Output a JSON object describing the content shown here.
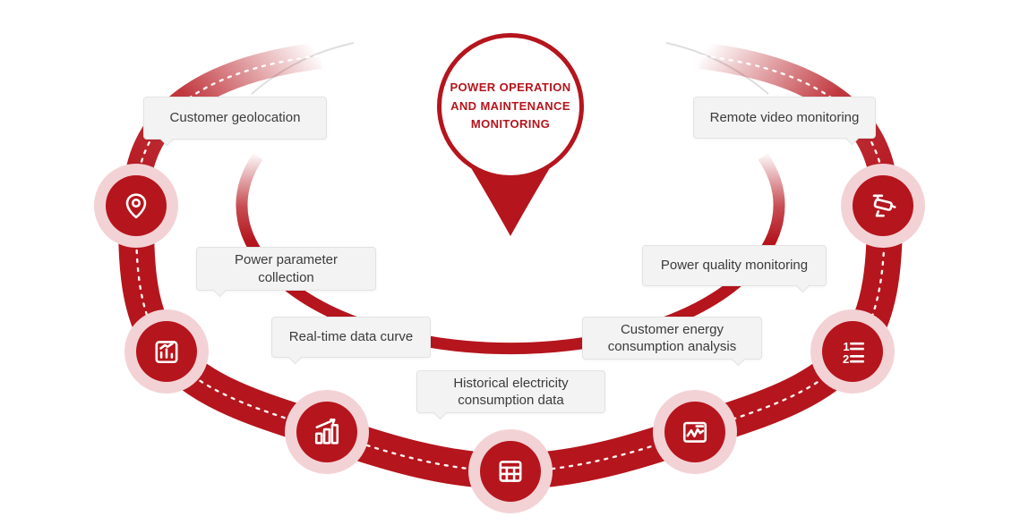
{
  "hub": {
    "lines": [
      "POWER OPERATION",
      "AND MAINTENANCE",
      "MONITORING"
    ]
  },
  "labels": [
    {
      "text": "Customer geolocation"
    },
    {
      "text": "Power parameter collection"
    },
    {
      "text": "Real-time data curve"
    },
    {
      "text": "Historical electricity consumption data"
    },
    {
      "text": "Customer energy consumption analysis"
    },
    {
      "text": "Power quality monitoring"
    },
    {
      "text": "Remote video monitoring"
    }
  ],
  "nodes": [
    {
      "icon": "location-pin-icon"
    },
    {
      "icon": "chart-report-icon"
    },
    {
      "icon": "bar-chart-growth-icon"
    },
    {
      "icon": "table-grid-icon"
    },
    {
      "icon": "wave-chart-icon"
    },
    {
      "icon": "numbered-list-icon",
      "digits": [
        "1",
        "2"
      ]
    },
    {
      "icon": "cctv-camera-icon"
    }
  ],
  "colors": {
    "accent": "#b5151d",
    "halo": "#f3d2d5",
    "label_bg": "#f3f3f3",
    "label_border": "#e2e2e2",
    "label_text": "#3b3b3b"
  }
}
